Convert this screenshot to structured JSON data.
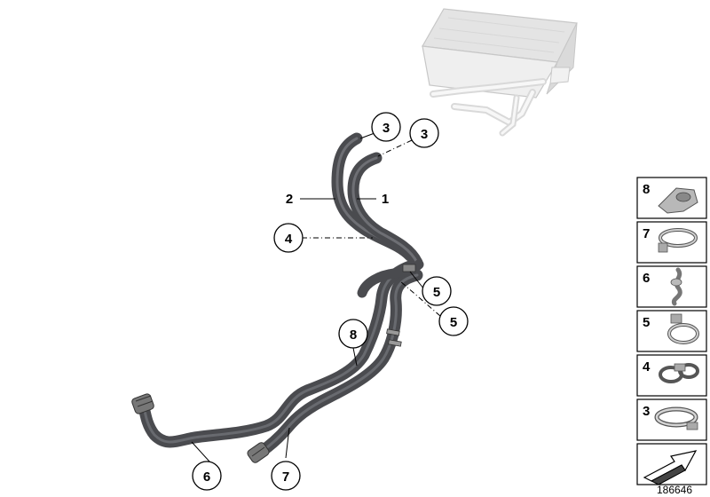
{
  "callouts": {
    "c3a": "3",
    "c3b": "3",
    "c2": "2",
    "c1": "1",
    "c4": "4",
    "c5a": "5",
    "c5b": "5",
    "c8": "8",
    "c6": "6",
    "c7": "7"
  },
  "legend": {
    "items": [
      {
        "number": "8",
        "icon": "hose-clip-icon"
      },
      {
        "number": "7",
        "icon": "clamp-band-icon"
      },
      {
        "number": "6",
        "icon": "hose-holder-icon"
      },
      {
        "number": "5",
        "icon": "spring-clamp-icon"
      },
      {
        "number": "4",
        "icon": "double-clamp-icon"
      },
      {
        "number": "3",
        "icon": "hose-clamp-icon"
      }
    ],
    "arrow_icon": "direction-arrow-icon"
  },
  "diagram_id": "186646",
  "colors": {
    "hose": "#4a4b4f",
    "hose_highlight": "#7d7f85",
    "radiator": "#d4d4d4",
    "radiator_edge": "#a9a9a9"
  }
}
